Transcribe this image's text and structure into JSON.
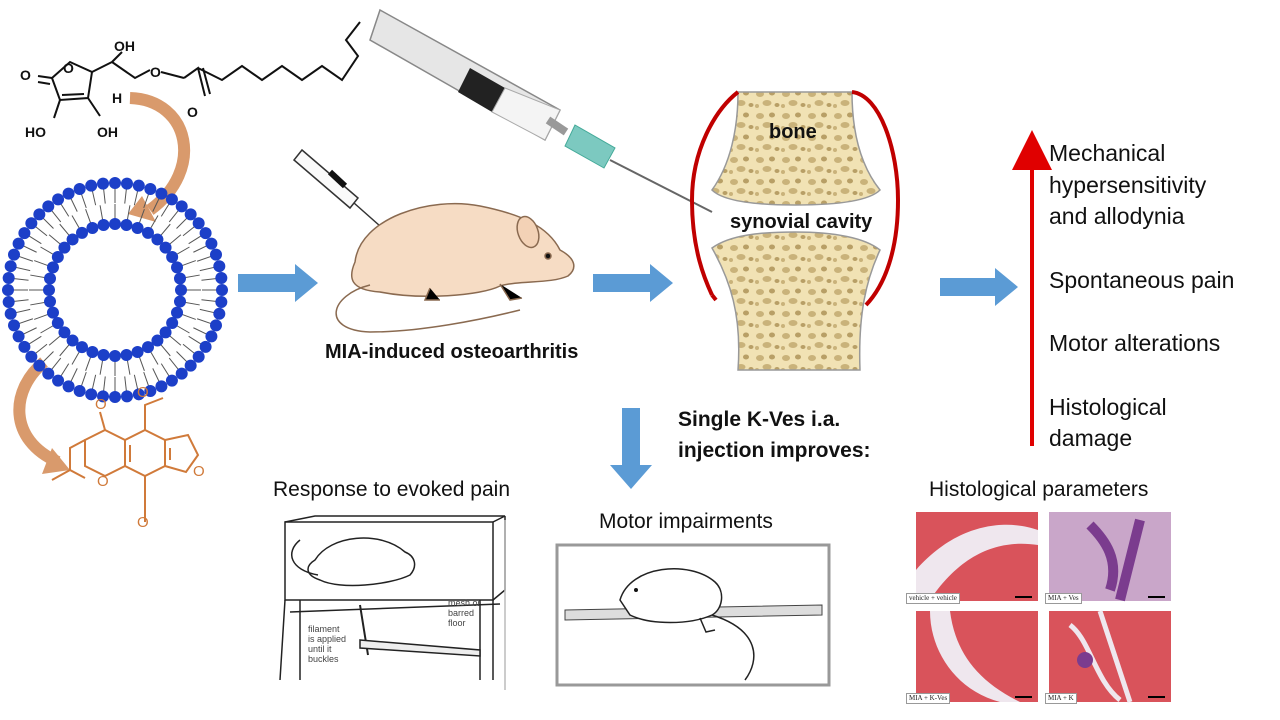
{
  "labels": {
    "bone": "bone",
    "synovial_cavity": "synovial cavity",
    "mia_osteoarthritis": "MIA-induced osteoarthritis",
    "single_injection_line1": "Single K-Ves i.a.",
    "single_injection_line2": "injection improves:",
    "evoked_pain": "Response to evoked pain",
    "motor_impairments": "Motor impairments",
    "histological_parameters": "Histological parameters"
  },
  "effects": [
    "Mechanical",
    "hypersensitivity",
    "and allodynia",
    "",
    "Spontaneous pain",
    "",
    "Motor alterations",
    "",
    "Histological",
    "damage"
  ],
  "von_frey": {
    "mesh_line1": "mesh or",
    "mesh_line2": "barred",
    "mesh_line3": "floor",
    "filament_line1": "filament",
    "filament_line2": "is applied",
    "filament_line3": "until it",
    "filament_line4": "buckles"
  },
  "histology": [
    "vehicle + vehicle",
    "MIA + Ves",
    "MIA + K-Ves",
    "MIA + K"
  ],
  "chem": {
    "o1": "O",
    "o2": "O",
    "oh1": "OH",
    "oh2": "HO",
    "oh3": "OH",
    "h": "H",
    "o3": "O",
    "o4": "O",
    "o5": "O",
    "o6": "O",
    "o7": "O",
    "o8": "O",
    "o9": "O"
  },
  "colors": {
    "arrow_blue": "#5b9bd5",
    "arrow_red": "#e00000",
    "lipid_blue": "#1c3fc8",
    "bone_fill": "#f1e2b4",
    "joint_red": "#c00000",
    "curve_arrow": "#d99a6c",
    "khellin": "#d07a3a",
    "tissue_pink": "#d9535b"
  }
}
